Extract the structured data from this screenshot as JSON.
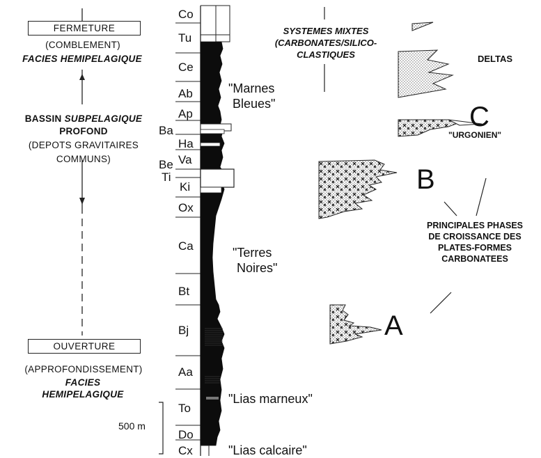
{
  "left_column": {
    "closing_box": "FERMETURE",
    "closing_sub": "(COMBLEMENT)",
    "closing_facies": "FACIES HEMIPELAGIQUE",
    "basin_line1_a": "BASSIN ",
    "basin_line1_b": "SUBPELAGIQUE",
    "basin_line2": "PROFOND",
    "basin_line3": "(DEPOTS GRAVITAIRES",
    "basin_line4": "COMMUNS)",
    "opening_box": "OUVERTURE",
    "opening_sub": "(APPROFONDISSEMENT)",
    "opening_facies1": "FACIES",
    "opening_facies2": "HEMIPELAGIQUE"
  },
  "column": {
    "stages": [
      "Co",
      "Tu",
      "Ce",
      "Ab",
      "Ap",
      "Ba",
      "Ha",
      "Be",
      "Va",
      "Ti",
      "Ki",
      "Ox",
      "Ca",
      "Bt",
      "Bj",
      "Aa",
      "To",
      "Do",
      "Cx"
    ],
    "scale_label": "500 m"
  },
  "formations": {
    "marnes_1": "\"Marnes",
    "marnes_2": "Bleues\"",
    "terres_1": "\"Terres",
    "terres_2": "Noires\"",
    "lias_marneux": "\"Lias marneux\"",
    "lias_calcaire": "\"Lias calcaire\""
  },
  "right_column": {
    "mixed_1": "SYSTEMES MIXTES",
    "mixed_2": "(CARBONATES/SILICO-",
    "mixed_3": "CLASTIQUES",
    "deltas": "DELTAS",
    "letter_c": "C",
    "urgonien": "\"URGONIEN\"",
    "letter_b": "B",
    "letter_a": "A",
    "phases_1": "PRINCIPALES PHASES",
    "phases_2": "DE CROISSANCE DES",
    "phases_3": "PLATES-FORMES",
    "phases_4": "CARBONATEES"
  }
}
